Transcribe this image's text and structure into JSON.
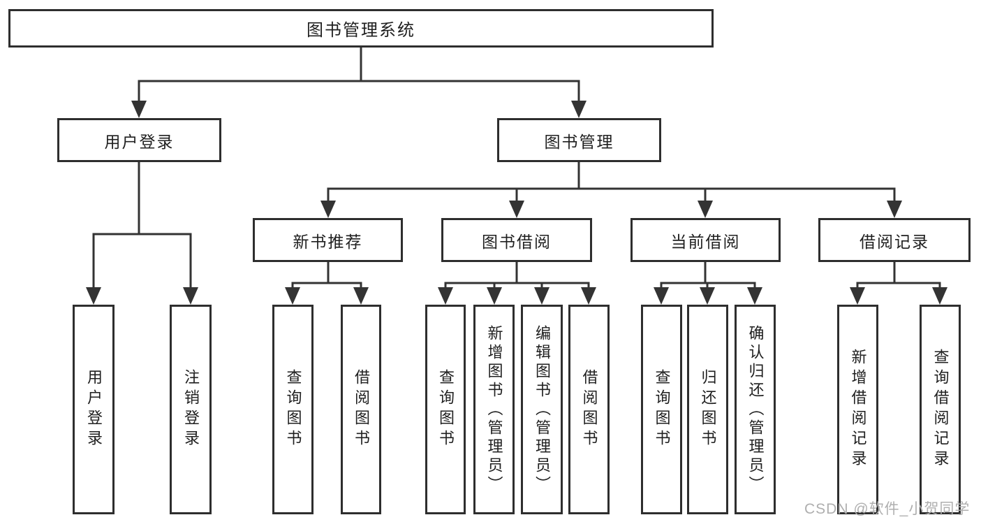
{
  "diagram_title": "图书管理系统",
  "nodes": {
    "root": {
      "label": "图书管理系统"
    },
    "user_login": {
      "label": "用户登录"
    },
    "book_mgmt": {
      "label": "图书管理"
    },
    "new_book_rec": {
      "label": "新书推荐"
    },
    "book_borrow": {
      "label": "图书借阅"
    },
    "current_borrow": {
      "label": "当前借阅"
    },
    "borrow_record": {
      "label": "借阅记录"
    },
    "leaf_user_login": {
      "label": "用户登录"
    },
    "leaf_logout": {
      "label": "注销登录"
    },
    "leaf_nbr_query": {
      "label": "查询图书"
    },
    "leaf_nbr_borrow": {
      "label": "借阅图书"
    },
    "leaf_bb_query": {
      "label": "查询图书"
    },
    "leaf_bb_add": {
      "label": "新增图书（管理员）"
    },
    "leaf_bb_edit": {
      "label": "编辑图书（管理员）"
    },
    "leaf_bb_borrow": {
      "label": "借阅图书"
    },
    "leaf_cb_query": {
      "label": "查询图书"
    },
    "leaf_cb_return": {
      "label": "归还图书"
    },
    "leaf_cb_confirm": {
      "label": "确认归还（管理员）"
    },
    "leaf_br_add": {
      "label": "新增借阅记录"
    },
    "leaf_br_query": {
      "label": "查询借阅记录"
    }
  },
  "watermark": "CSDN @软件_小贺同学",
  "colors": {
    "line": "#333333",
    "box_border": "#2e2e2e",
    "box_bg": "#ffffff",
    "text": "#1f1f1f",
    "watermark": "#afafaf"
  }
}
